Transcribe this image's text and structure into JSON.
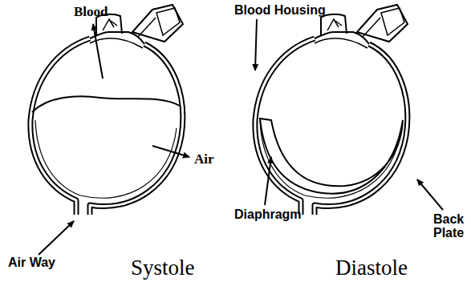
{
  "diagram": {
    "labels": [
      "Blood",
      "Air",
      "Air Way",
      "Systole",
      "Blood Housing",
      "Diaphragm",
      "Back Plate",
      "Diastole"
    ]
  }
}
